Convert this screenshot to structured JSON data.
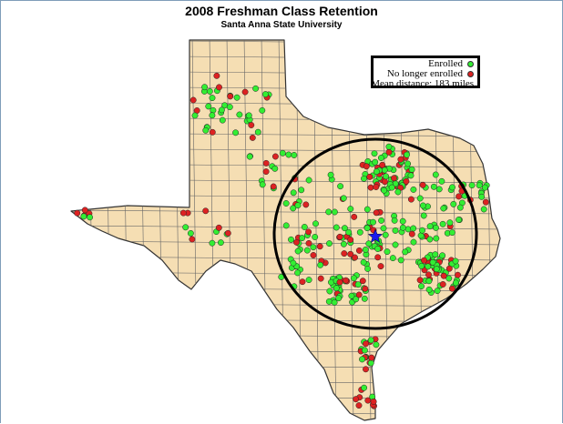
{
  "title": "2008 Freshman Class Retention",
  "subtitle": "Santa Anna State University",
  "legend": {
    "enrolled_label": "Enrolled",
    "not_enrolled_label": "No longer enrolled",
    "mean_distance_label": "Mean distance: 183 miles"
  },
  "colors": {
    "enrolled": "#33ee33",
    "not_enrolled": "#dd2222",
    "land": "#f5deb3",
    "county_lines": "#555555",
    "radius_circle": "#000000",
    "campus_marker": "#1a1aee"
  },
  "map": {
    "region": "Texas",
    "campus_marker_icon": "star-icon",
    "mean_distance_miles": 183
  }
}
